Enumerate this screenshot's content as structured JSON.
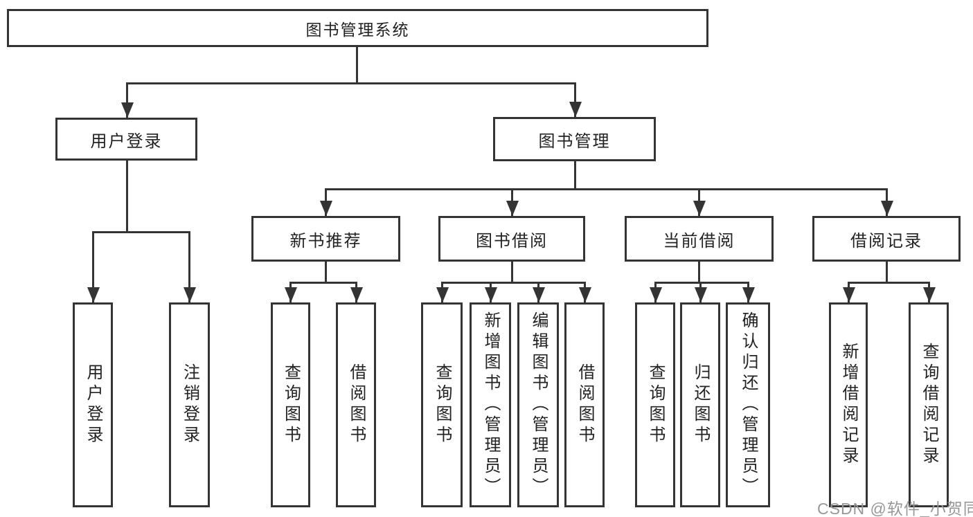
{
  "diagram": {
    "root_label": "图书管理系统",
    "branches": [
      {
        "label": "用户登录",
        "children": [
          {
            "label": "用户登录"
          },
          {
            "label": "注销登录"
          }
        ]
      },
      {
        "label": "图书管理",
        "children": [
          {
            "label": "新书推荐",
            "children": [
              {
                "label": "查询图书"
              },
              {
                "label": "借阅图书"
              }
            ]
          },
          {
            "label": "图书借阅",
            "children": [
              {
                "label": "查询图书"
              },
              {
                "label": "新增图书（管理员）"
              },
              {
                "label": "编辑图书（管理员）"
              },
              {
                "label": "借阅图书"
              }
            ]
          },
          {
            "label": "当前借阅",
            "children": [
              {
                "label": "查询图书"
              },
              {
                "label": "归还图书"
              },
              {
                "label": "确认归还（管理员）"
              }
            ]
          },
          {
            "label": "借阅记录",
            "children": [
              {
                "label": "新增借阅记录"
              },
              {
                "label": "查询借阅记录"
              }
            ]
          }
        ]
      }
    ]
  },
  "watermark": {
    "text": "CSDN @软件_小贺同学"
  },
  "colors": {
    "line": "#343434",
    "text": "#222222",
    "watermark": "#979797",
    "background": "#ffffff"
  }
}
